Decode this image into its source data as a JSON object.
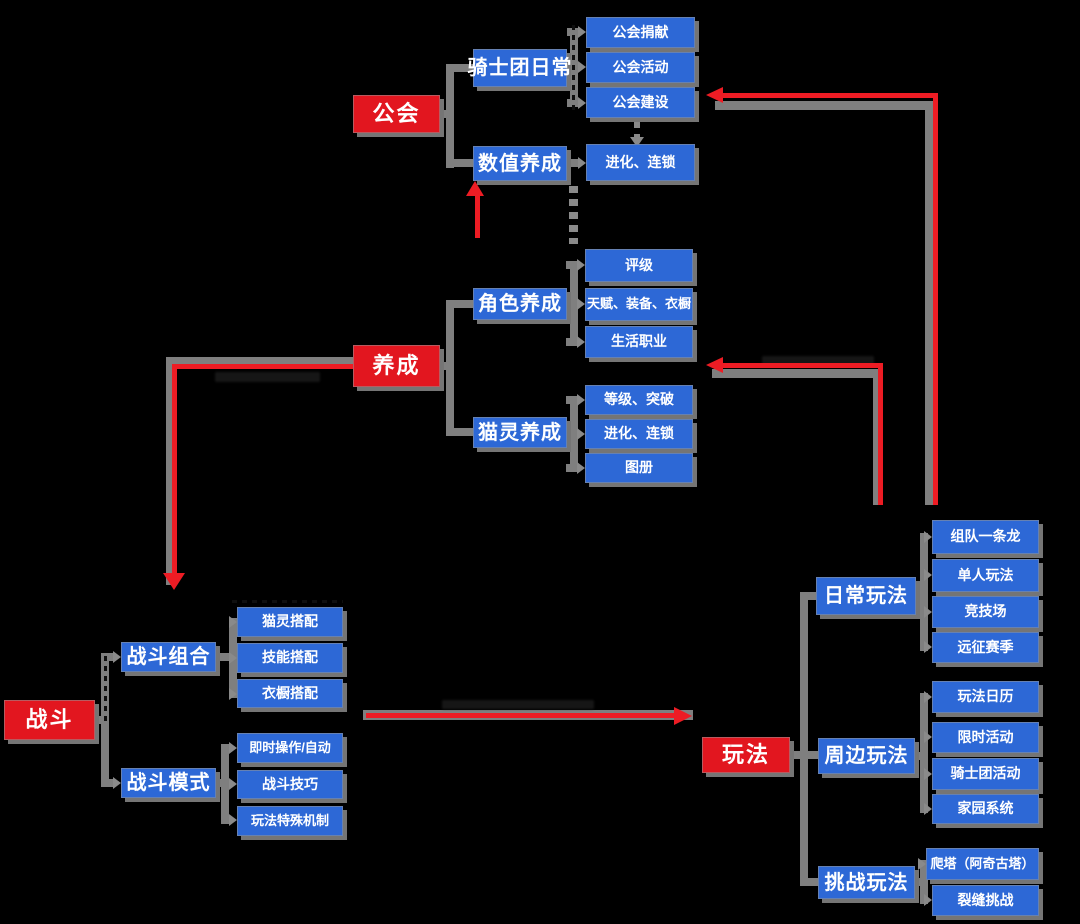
{
  "colors": {
    "background": "#000000",
    "root_box": "#e2161f",
    "node_box": "#2d68d6",
    "connector": "#7f7f7f",
    "arrow": "#ed1c24",
    "text": "#ffffff"
  },
  "tree": {
    "guild": {
      "root": "公会",
      "branches": [
        {
          "label": "骑士团日常",
          "leaves": [
            "公会捐献",
            "公会活动",
            "公会建设"
          ]
        },
        {
          "label": "数值养成",
          "leaves": [
            "进化、连锁"
          ]
        }
      ]
    },
    "nurture": {
      "root": "养成",
      "branches": [
        {
          "label": "角色养成",
          "leaves": [
            "评级",
            "天赋、装备、衣橱",
            "生活职业"
          ]
        },
        {
          "label": "猫灵养成",
          "leaves": [
            "等级、突破",
            "进化、连锁",
            "图册"
          ]
        }
      ]
    },
    "battle": {
      "root": "战斗",
      "branches": [
        {
          "label": "战斗组合",
          "leaves": [
            "猫灵搭配",
            "技能搭配",
            "衣橱搭配"
          ]
        },
        {
          "label": "战斗模式",
          "leaves": [
            "即时操作/自动",
            "战斗技巧",
            "玩法特殊机制"
          ]
        }
      ]
    },
    "play": {
      "root": "玩法",
      "branches": [
        {
          "label": "日常玩法",
          "leaves": [
            "组队一条龙",
            "单人玩法",
            "竞技场",
            "远征赛季"
          ]
        },
        {
          "label": "周边玩法",
          "leaves": [
            "玩法日历",
            "限时活动",
            "骑士团活动",
            "家园系统"
          ]
        },
        {
          "label": "挑战玩法",
          "leaves": [
            "爬塔（阿奇古塔）",
            "裂缝挑战"
          ]
        }
      ]
    }
  },
  "relations": [
    {
      "from": "养成",
      "to": "战斗"
    },
    {
      "from": "角色养成",
      "to": "数值养成"
    },
    {
      "from": "战斗",
      "to": "玩法"
    },
    {
      "from": "玩法",
      "to": "养成"
    },
    {
      "from": "玩法",
      "to": "公会建设"
    },
    {
      "from": "公会建设",
      "to": "进化、连锁",
      "style": "dashed"
    }
  ]
}
